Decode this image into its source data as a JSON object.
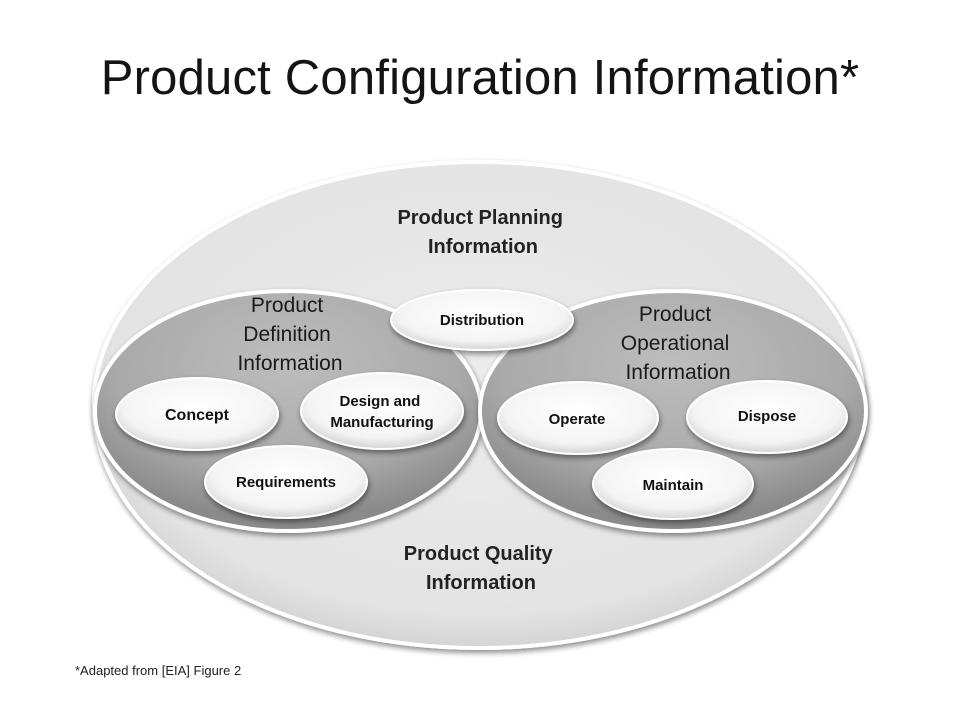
{
  "slide": {
    "title": "Product Configuration Information*",
    "footnote": "*Adapted from [EIA] Figure 2"
  },
  "outer": {
    "label_lines": [
      "Product Planning",
      "Information"
    ],
    "bottom_label_lines": [
      "Product Quality",
      "Information"
    ]
  },
  "left_group": {
    "label_lines": [
      "Product",
      "Definition",
      "Information"
    ],
    "items": [
      {
        "lines": [
          "Concept"
        ]
      },
      {
        "lines": [
          "Design and",
          "Manufacturing"
        ]
      },
      {
        "lines": [
          "Requirements"
        ]
      }
    ]
  },
  "right_group": {
    "label_lines": [
      "Product",
      "Operational",
      "Information"
    ],
    "items": [
      {
        "lines": [
          "Operate"
        ]
      },
      {
        "lines": [
          "Dispose"
        ]
      },
      {
        "lines": [
          "Maintain"
        ]
      }
    ]
  },
  "bridge": {
    "lines": [
      "Distribution"
    ]
  }
}
